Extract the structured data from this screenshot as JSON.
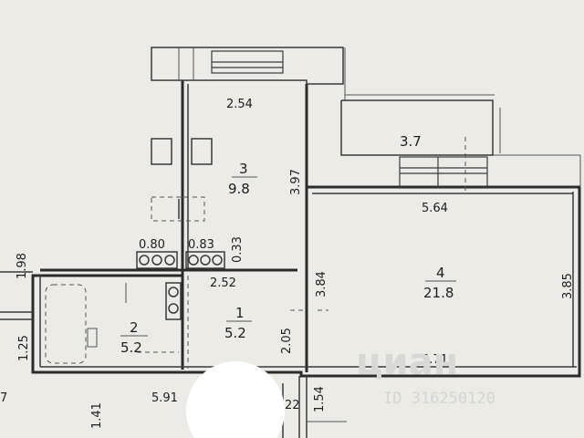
{
  "plan": {
    "rooms": [
      {
        "id": "room-1",
        "number": "1",
        "area": "5.2"
      },
      {
        "id": "room-2",
        "number": "2",
        "area": "5.2"
      },
      {
        "id": "room-3",
        "number": "3",
        "area": "9.8"
      },
      {
        "id": "room-4",
        "number": "4",
        "area": "21.8"
      }
    ],
    "dimensions": {
      "d254": "2.54",
      "d37": "3.7",
      "d397": "3.97",
      "d564": "5.64",
      "d080": "0.80",
      "d083": "0.83",
      "d033": "0.33",
      "d198": "1.98",
      "d252": "2.52",
      "d384": "3.84",
      "d385": "3.85",
      "d205": "2.05",
      "d125": "1.25",
      "d571": "5.71",
      "d591": "5.91",
      "d141": "1.41",
      "d154": "1.54",
      "d22": "22",
      "d7": "7"
    }
  },
  "watermark": {
    "brand": "циан",
    "listing_id": "ID 316250120"
  }
}
